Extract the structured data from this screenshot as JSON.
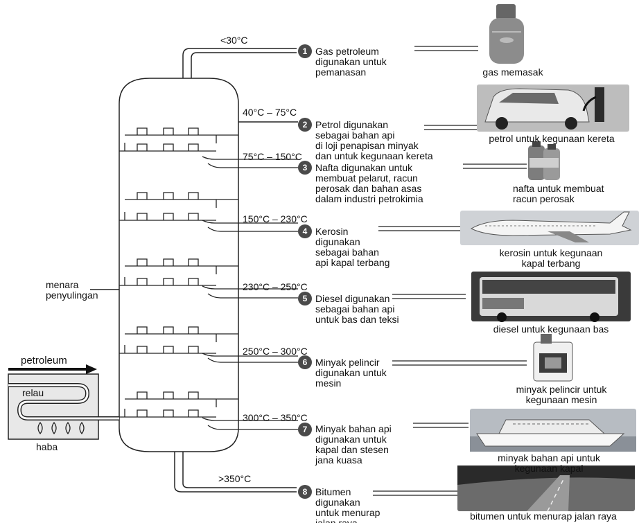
{
  "labels": {
    "menara": "menara\npenyulingan",
    "petroleum": "petroleum",
    "relau": "relau",
    "haba": "haba"
  },
  "fractions": [
    {
      "num": "1",
      "temp": "<30°C",
      "desc": "Gas petroleum\ndigunakan untuk\npemanasan",
      "caption": "gas memasak",
      "icon": "gas-cylinder-icon"
    },
    {
      "num": "2",
      "temp": "40°C – 75°C",
      "desc": "Petrol digunakan\nsebagai bahan api\ndi loji penapisan minyak\ndan untuk kegunaan kereta",
      "caption": "petrol untuk kegunaan kereta",
      "icon": "car-refuel-icon"
    },
    {
      "num": "3",
      "temp": "75°C – 150°C",
      "desc": "Nafta digunakan untuk\nmembuat pelarut, racun\nperosak dan bahan asas\ndalam industri petrokimia",
      "caption": "nafta untuk membuat\nracun perosak",
      "icon": "pesticide-bottles-icon"
    },
    {
      "num": "4",
      "temp": "150°C – 230°C",
      "desc": "Kerosin\ndigunakan\nsebagai bahan\napi kapal terbang",
      "caption": "kerosin untuk kegunaan\nkapal terbang",
      "icon": "airplane-icon"
    },
    {
      "num": "5",
      "temp": "230°C – 250°C",
      "desc": "Diesel digunakan\nsebagai bahan api\nuntuk bas dan teksi",
      "caption": "diesel untuk kegunaan bas",
      "icon": "bus-icon"
    },
    {
      "num": "6",
      "temp": "250°C – 300°C",
      "desc": "Minyak pelincir\ndigunakan untuk\nmesin",
      "caption": "minyak pelincir untuk\nkegunaan mesin",
      "icon": "oil-can-icon"
    },
    {
      "num": "7",
      "temp": "300°C – 350°C",
      "desc": "Minyak bahan api\ndigunakan untuk\nkapal dan stesen\njana kuasa",
      "caption": "minyak bahan api untuk\nkegunaan kapal",
      "icon": "ship-icon"
    },
    {
      "num": "8",
      "temp": ">350°C",
      "desc": "Bitumen\ndigunakan\nuntuk menurap\njalan raya",
      "caption": "bitumen untuk menurap jalan raya",
      "icon": "road-icon"
    }
  ]
}
